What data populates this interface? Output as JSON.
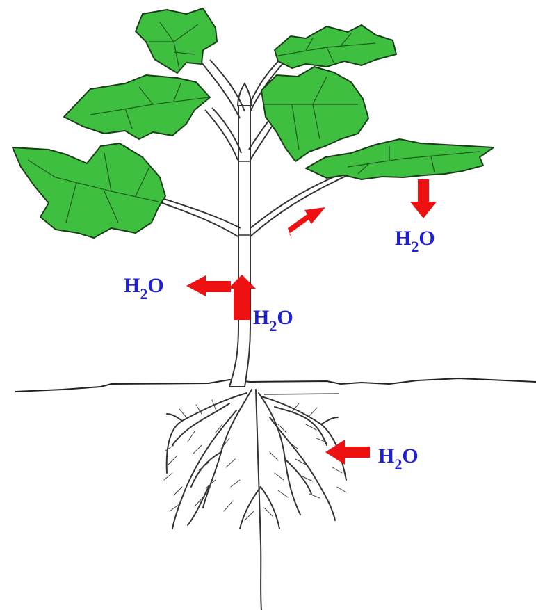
{
  "colors": {
    "leaf_fill": "#3fbf3f",
    "leaf_outline": "#1a3d1a",
    "stem_outline": "#333333",
    "arrow": "#ee1111",
    "label": "#1f1fd6",
    "background": "#ffffff"
  },
  "labels": [
    {
      "id": "leaf",
      "main": "H",
      "sub": "2",
      "tail": "O"
    },
    {
      "id": "stem-side",
      "main": "H",
      "sub": "2",
      "tail": "O"
    },
    {
      "id": "stem-up",
      "main": "H",
      "sub": "2",
      "tail": "O"
    },
    {
      "id": "roots",
      "main": "H",
      "sub": "2",
      "tail": "O"
    }
  ],
  "arrows": [
    {
      "id": "into-roots",
      "direction": "left"
    },
    {
      "id": "up-stem",
      "direction": "up"
    },
    {
      "id": "out-of-stem",
      "direction": "left"
    },
    {
      "id": "up-branch",
      "direction": "up-right"
    },
    {
      "id": "out-of-leaf",
      "direction": "down"
    }
  ]
}
